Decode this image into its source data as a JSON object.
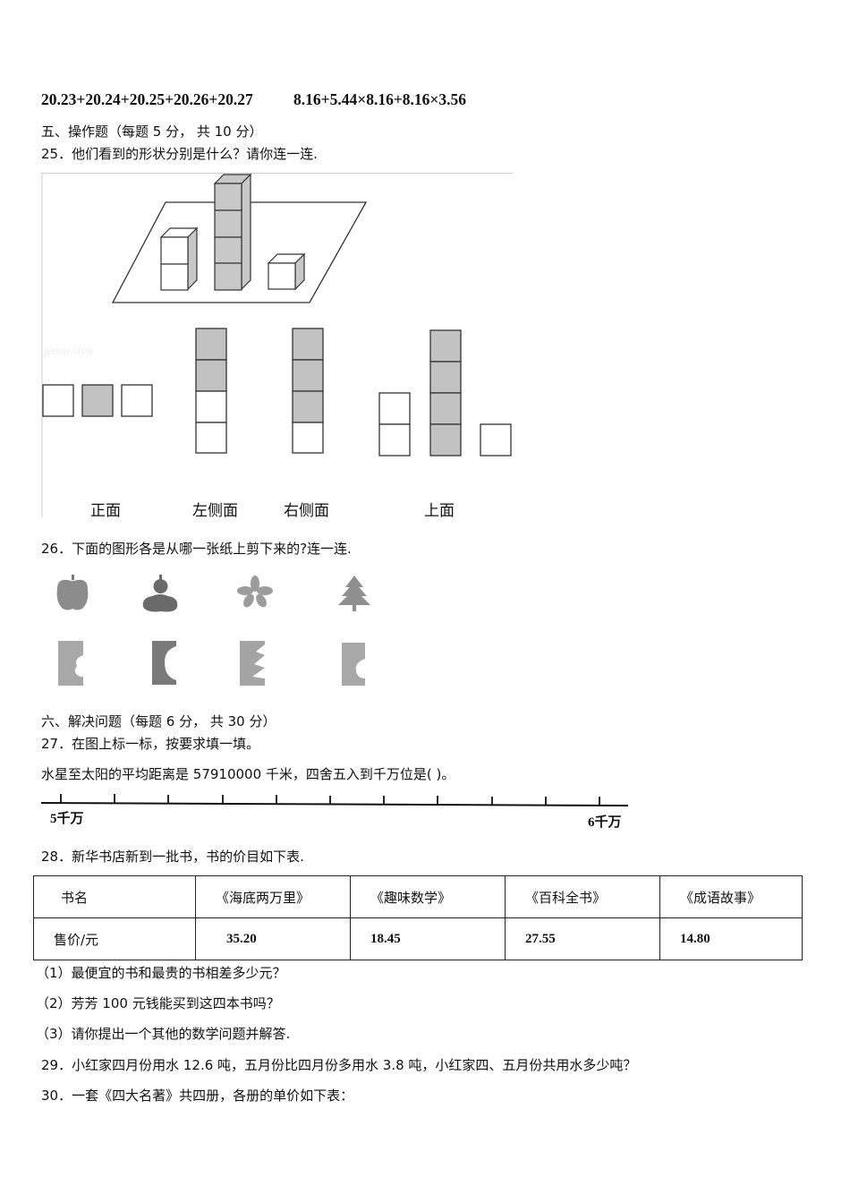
{
  "calc_line": {
    "expr1": "20.23+20.24+20.25+20.26+20.27",
    "expr2": "8.16+5.44×8.16+8.16×3.56"
  },
  "section5": {
    "heading": "五、操作题（每题 5 分， 共 10 分）"
  },
  "q25": {
    "text": "25．他们看到的形状分别是什么？请你连一连.",
    "figure": {
      "stacks": [
        {
          "cubes": 2,
          "color": "white"
        },
        {
          "cubes": 4,
          "color": "gray"
        },
        {
          "cubes": 1,
          "color": "white"
        }
      ],
      "watermark": "jyeoo.com",
      "views": [
        {
          "label": "正面",
          "squares": [
            "white",
            "gray",
            "white"
          ]
        },
        {
          "label": "左侧面",
          "squares": [
            "gray",
            "gray",
            "white",
            "white"
          ]
        },
        {
          "label": "右侧面",
          "squares": [
            "gray",
            "gray",
            "gray",
            "white"
          ]
        },
        {
          "label": "上面",
          "squares": [
            "white2",
            "gray4",
            "white1"
          ]
        }
      ]
    }
  },
  "q26": {
    "text": "26．下面的图形各是从哪一张纸上剪下来的?连一连.",
    "shapes": [
      "apple",
      "gourd",
      "flower",
      "tree"
    ],
    "papers": [
      "paper-flower-cut",
      "paper-gourd-cut",
      "paper-tree-cut",
      "paper-apple-cut"
    ]
  },
  "section6": {
    "heading": "六、解决问题（每题 6 分， 共 30 分）"
  },
  "q27": {
    "text": "27．在图上标一标，按要求填一填。",
    "sentence": "水星至太阳的平均距离是 57910000 千米，四舍五入到千万位是(    )。",
    "numberline": {
      "start_label": "5千万",
      "end_label": "6千万",
      "ticks": 11
    }
  },
  "q28": {
    "text": "28．新华书店新到一批书，书的价目如下表.",
    "table": {
      "header": [
        "书名",
        "《海底两万里》",
        "《趣味数学》",
        "《百科全书》",
        "《成语故事》"
      ],
      "row": [
        "售价/元",
        "35.20",
        "18.45",
        "27.55",
        "14.80"
      ]
    },
    "sub1": "（1）最便宜的书和最贵的书相差多少元？",
    "sub2": "（2）芳芳 100 元钱能买到这四本书吗？",
    "sub3": "（3）请你提出一个其他的数学问题并解答."
  },
  "q29": {
    "text": "29．小红家四月份用水 12.6 吨，五月份比四月份多用水 3.8 吨，小红家四、五月份共用水多少吨？"
  },
  "q30": {
    "text": "30．一套《四大名著》共四册，各册的单价如下表："
  }
}
